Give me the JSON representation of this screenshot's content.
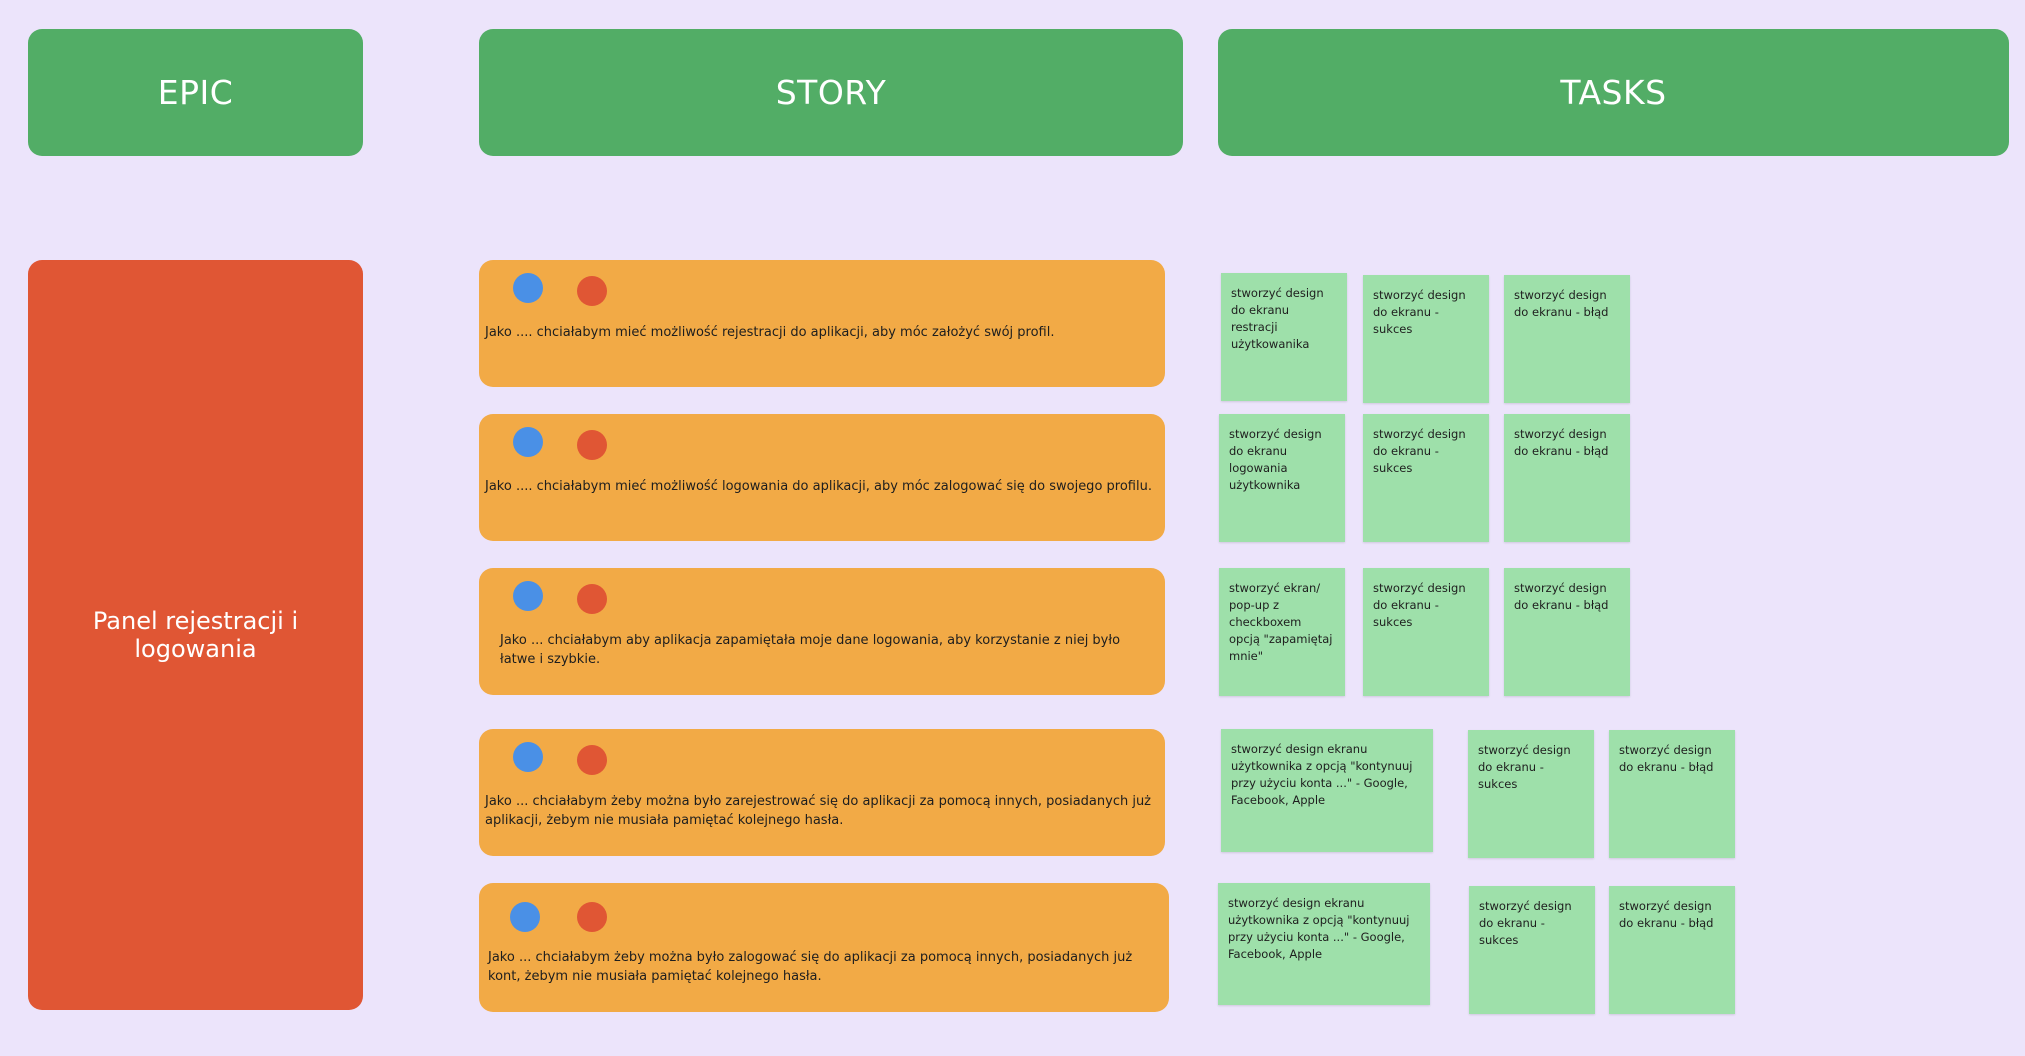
{
  "headers": {
    "epic": "EPIC",
    "story": "STORY",
    "tasks": "TASKS"
  },
  "epic": {
    "label": "Panel rejestracji i logowania"
  },
  "stories": [
    {
      "text": "Jako .... chciałabym mieć możliwość rejestracji do aplikacji, aby móc założyć swój profil.",
      "tasks": [
        "stworzyć design do ekranu restracji użytkowanika",
        "stworzyć design do ekranu - sukces",
        "stworzyć design do ekranu - błąd"
      ]
    },
    {
      "text": "Jako .... chciałabym mieć możliwość logowania do aplikacji, aby móc zalogować się do swojego profilu.",
      "tasks": [
        "stworzyć design do ekranu logowania użytkownika",
        "stworzyć design do ekranu - sukces",
        "stworzyć design do ekranu - błąd"
      ]
    },
    {
      "text": "Jako ... chciałabym aby aplikacja zapamiętała moje dane logowania, aby korzystanie z niej było łatwe i szybkie.",
      "tasks": [
        "stworzyć ekran/ pop-up z checkboxem opcją \"zapamiętaj mnie\"",
        "stworzyć design do ekranu - sukces",
        "stworzyć design do ekranu - błąd"
      ]
    },
    {
      "text": "Jako ... chciałabym żeby można było zarejestrować się do aplikacji za pomocą innych, posiadanych już aplikacji, żebym nie musiała pamiętać kolejnego hasła.",
      "tasks": [
        "stworzyć design ekranu użytkownika z opcją \"kontynuuj przy użyciu konta ...\" - Google, Facebook, Apple",
        "stworzyć design do ekranu - sukces",
        "stworzyć design do ekranu - błąd"
      ]
    },
    {
      "text": "Jako ... chciałabym żeby można było zalogować się do aplikacji za pomocą innych, posiadanych już kont, żebym nie musiała pamiętać kolejnego hasła.",
      "tasks": [
        "stworzyć design ekranu użytkownika z opcją \"kontynuuj przy użyciu konta ...\" - Google, Facebook, Apple",
        "stworzyć design do ekranu - sukces",
        "stworzyć design do ekranu - błąd"
      ]
    }
  ],
  "colors": {
    "background": "#ECE4FB",
    "header": "#52AD66",
    "epic": "#E05634",
    "story": "#F2AA46",
    "task": "#9EE0AA",
    "dot_blue": "#4A90E6",
    "dot_red": "#E05634"
  }
}
